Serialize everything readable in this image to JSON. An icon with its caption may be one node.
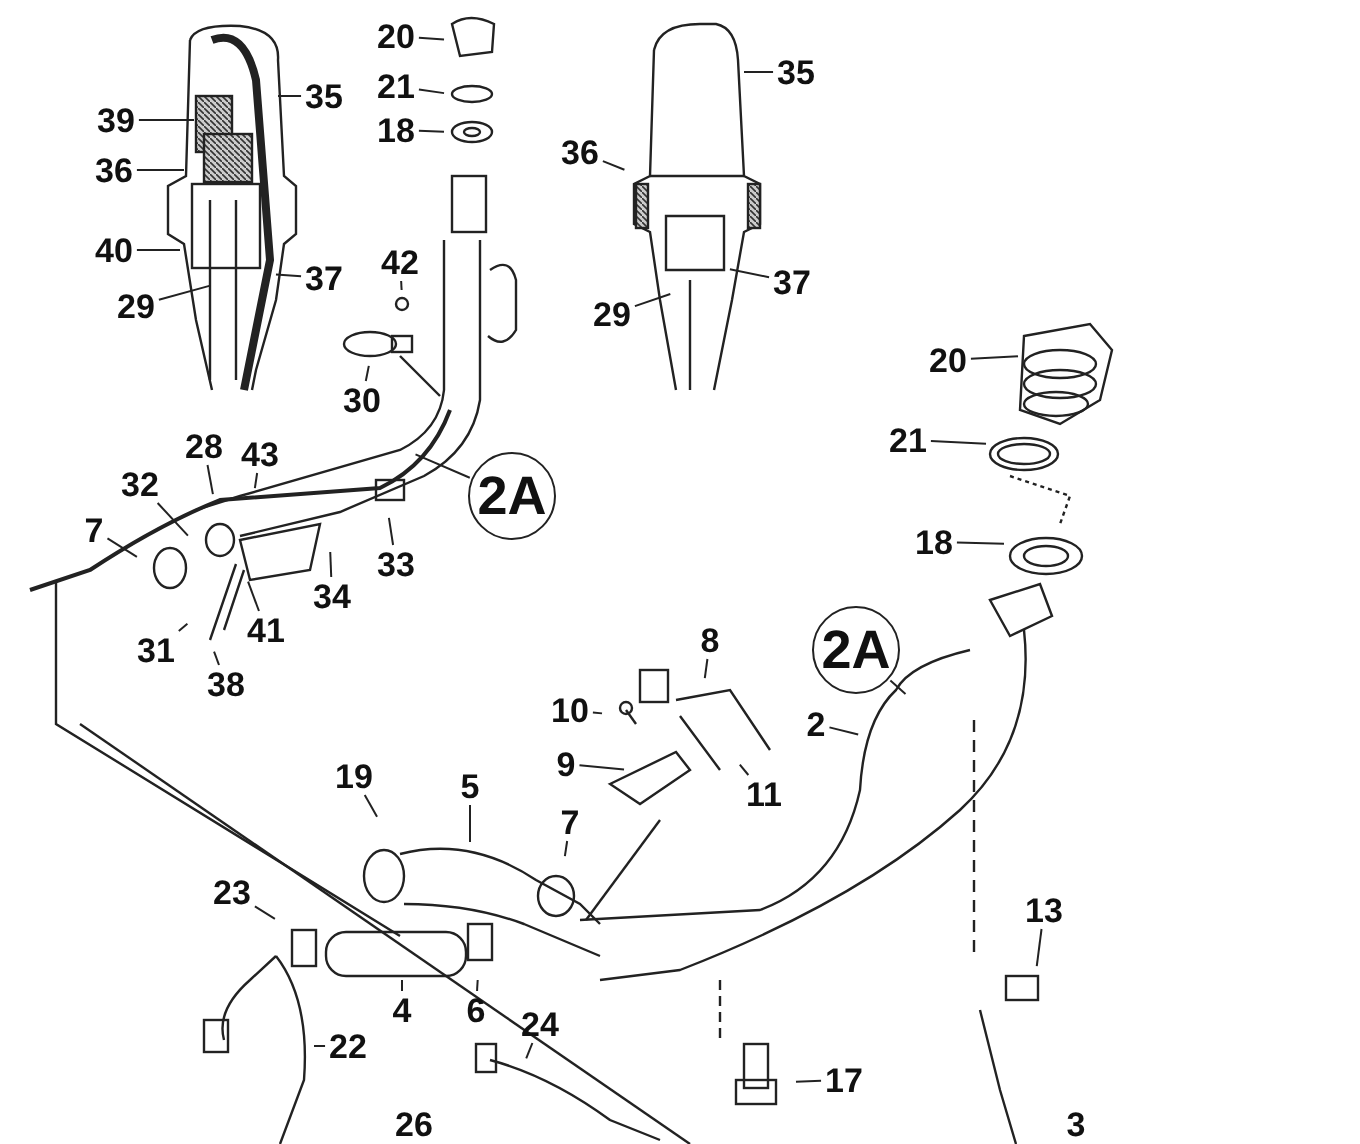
{
  "diagram": {
    "nodes": [
      {
        "text": [
          "39"
        ]
      },
      {
        "text": [
          "36"
        ]
      },
      {
        "text": [
          "40"
        ]
      },
      {
        "text": [
          "29"
        ]
      },
      {
        "text": [
          "35"
        ]
      },
      {
        "text": [
          "37"
        ]
      },
      {
        "text": [
          "20"
        ]
      },
      {
        "text": [
          "21"
        ]
      },
      {
        "text": [
          "18"
        ]
      },
      {
        "text": [
          "42"
        ]
      },
      {
        "text": [
          "30"
        ]
      },
      {
        "text": [
          "28"
        ]
      },
      {
        "text": [
          "43"
        ]
      },
      {
        "text": [
          "32"
        ]
      },
      {
        "text": [
          "7"
        ]
      },
      {
        "text": [
          "2A"
        ]
      },
      {
        "text": [
          "33"
        ]
      },
      {
        "text": [
          "34"
        ]
      },
      {
        "text": [
          "31"
        ]
      },
      {
        "text": [
          "41"
        ]
      },
      {
        "text": [
          "38"
        ]
      },
      {
        "text": [
          "36"
        ]
      },
      {
        "text": [
          "29"
        ]
      },
      {
        "text": [
          "35"
        ]
      },
      {
        "text": [
          "37"
        ]
      },
      {
        "text": [
          "20"
        ]
      },
      {
        "text": [
          "21"
        ]
      },
      {
        "text": [
          "18"
        ]
      },
      {
        "text": [
          "2A"
        ]
      },
      {
        "text": [
          "8"
        ]
      },
      {
        "text": [
          "10"
        ]
      },
      {
        "text": [
          "11"
        ]
      },
      {
        "text": [
          "9"
        ]
      },
      {
        "text": [
          "2"
        ]
      },
      {
        "text": [
          "19"
        ]
      },
      {
        "text": [
          "5"
        ]
      },
      {
        "text": [
          "7"
        ]
      },
      {
        "text": [
          "23"
        ]
      },
      {
        "text": [
          "4"
        ]
      },
      {
        "text": [
          "6"
        ]
      },
      {
        "text": [
          "24"
        ]
      },
      {
        "text": [
          "22"
        ]
      },
      {
        "text": [
          "17"
        ]
      },
      {
        "text": [
          "13"
        ]
      }
    ],
    "edges": [
      {
        "from": 0,
        "to": null,
        "arrow": "none"
      },
      {
        "from": 1,
        "to": null,
        "arrow": "none"
      },
      {
        "from": 2,
        "to": null,
        "arrow": "none"
      },
      {
        "from": 3,
        "to": null,
        "arrow": "none"
      },
      {
        "from": 4,
        "to": null,
        "arrow": "none"
      },
      {
        "from": 5,
        "to": null,
        "arrow": "none"
      },
      {
        "from": 6,
        "to": null,
        "arrow": "none"
      },
      {
        "from": 7,
        "to": null,
        "arrow": "none"
      },
      {
        "from": 8,
        "to": null,
        "arrow": "none"
      },
      {
        "from": 9,
        "to": null,
        "arrow": "none"
      },
      {
        "from": 10,
        "to": null,
        "arrow": "none"
      },
      {
        "from": 11,
        "to": null,
        "arrow": "none"
      },
      {
        "from": 12,
        "to": null,
        "arrow": "none"
      },
      {
        "from": 13,
        "to": null,
        "arrow": "none"
      },
      {
        "from": 14,
        "to": null,
        "arrow": "none"
      },
      {
        "from": 15,
        "to": null,
        "arrow": "none"
      },
      {
        "from": 16,
        "to": null,
        "arrow": "none"
      },
      {
        "from": 17,
        "to": null,
        "arrow": "none"
      },
      {
        "from": 18,
        "to": null,
        "arrow": "none"
      },
      {
        "from": 19,
        "to": null,
        "arrow": "none"
      },
      {
        "from": 20,
        "to": null,
        "arrow": "none"
      },
      {
        "from": 21,
        "to": null,
        "arrow": "none"
      },
      {
        "from": 22,
        "to": null,
        "arrow": "none"
      },
      {
        "from": 23,
        "to": null,
        "arrow": "none"
      },
      {
        "from": 24,
        "to": null,
        "arrow": "none"
      },
      {
        "from": 25,
        "to": null,
        "arrow": "none"
      },
      {
        "from": 26,
        "to": null,
        "arrow": "none"
      },
      {
        "from": 27,
        "to": null,
        "arrow": "none"
      },
      {
        "from": 28,
        "to": null,
        "arrow": "none"
      },
      {
        "from": 29,
        "to": null,
        "arrow": "none"
      },
      {
        "from": 30,
        "to": null,
        "arrow": "none"
      },
      {
        "from": 31,
        "to": null,
        "arrow": "none"
      },
      {
        "from": 32,
        "to": null,
        "arrow": "none"
      },
      {
        "from": 33,
        "to": null,
        "arrow": "none"
      },
      {
        "from": 34,
        "to": null,
        "arrow": "none"
      },
      {
        "from": 35,
        "to": null,
        "arrow": "none"
      },
      {
        "from": 36,
        "to": null,
        "arrow": "none"
      },
      {
        "from": 37,
        "to": null,
        "arrow": "none"
      },
      {
        "from": 38,
        "to": null,
        "arrow": "none"
      },
      {
        "from": 39,
        "to": null,
        "arrow": "none"
      },
      {
        "from": 40,
        "to": null,
        "arrow": "none"
      },
      {
        "from": 41,
        "to": null,
        "arrow": "none"
      },
      {
        "from": 42,
        "to": null,
        "arrow": "none"
      },
      {
        "from": 43,
        "to": null,
        "arrow": "none"
      }
    ],
    "labels": [
      "3",
      "26"
    ]
  }
}
